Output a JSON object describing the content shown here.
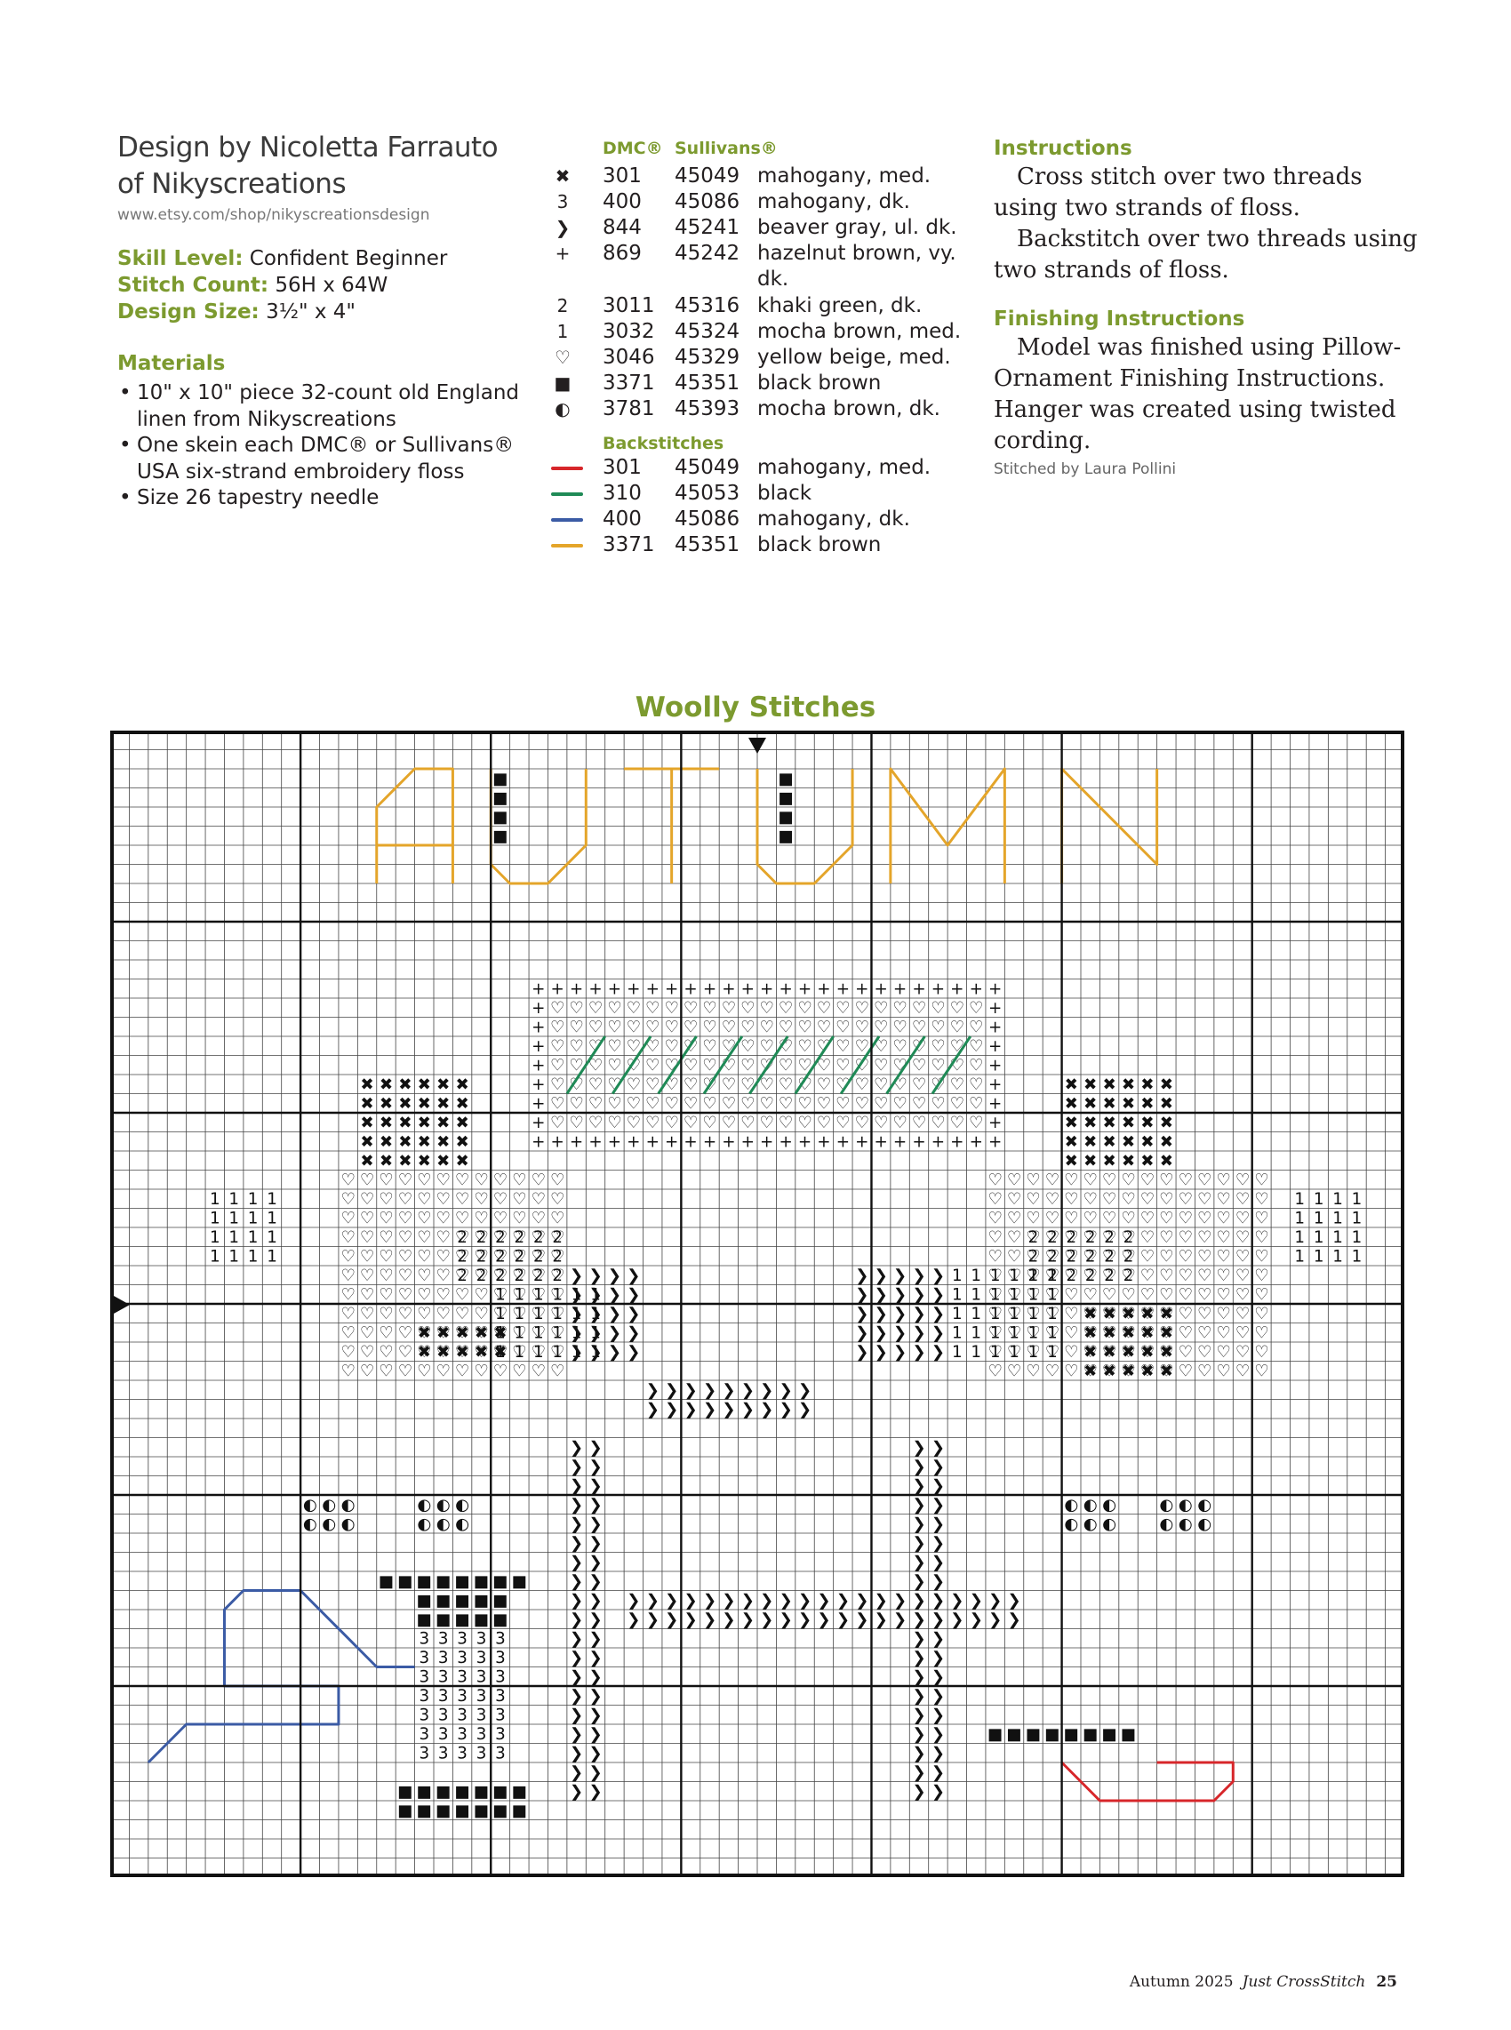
{
  "credit": {
    "line1": "Design by Nicoletta Farrauto",
    "line2": "of Nikyscreations",
    "url": "www.etsy.com/shop/nikyscreationsdesign"
  },
  "specs": {
    "skill_label": "Skill Level:",
    "skill_value": "Confident Beginner",
    "count_label": "Stitch Count:",
    "count_value": "56H x 64W",
    "size_label": "Design Size:",
    "size_value": "3½\" x 4\""
  },
  "materials": {
    "title": "Materials",
    "items": [
      "10\" x 10\" piece 32-count old England linen from Nikyscreations",
      "One skein each DMC® or Sullivans® USA six-strand embroidery floss",
      "Size 26 tapestry needle"
    ]
  },
  "key": {
    "dmc_header": "DMC®",
    "sullivans_header": "Sullivans®",
    "rows": [
      {
        "symbol": "✖",
        "dmc": "301",
        "sullivans": "45049",
        "name": "mahogany, med."
      },
      {
        "symbol": "3",
        "dmc": "400",
        "sullivans": "45086",
        "name": "mahogany, dk."
      },
      {
        "symbol": "❯",
        "dmc": "844",
        "sullivans": "45241",
        "name": "beaver gray, ul. dk."
      },
      {
        "symbol": "+",
        "dmc": "869",
        "sullivans": "45242",
        "name": "hazelnut brown, vy. dk."
      },
      {
        "symbol": "2",
        "dmc": "3011",
        "sullivans": "45316",
        "name": "khaki green, dk."
      },
      {
        "symbol": "1",
        "dmc": "3032",
        "sullivans": "45324",
        "name": "mocha brown, med."
      },
      {
        "symbol": "♡",
        "dmc": "3046",
        "sullivans": "45329",
        "name": "yellow beige, med."
      },
      {
        "symbol": "■",
        "dmc": "3371",
        "sullivans": "45351",
        "name": "black brown"
      },
      {
        "symbol": "◐",
        "dmc": "3781",
        "sullivans": "45393",
        "name": "mocha brown, dk."
      }
    ],
    "backstitch_header": "Backstitches",
    "backstitches": [
      {
        "color": "#d7262a",
        "dmc": "301",
        "sullivans": "45049",
        "name": "mahogany, med."
      },
      {
        "color": "#1f8a56",
        "dmc": "310",
        "sullivans": "45053",
        "name": "black"
      },
      {
        "color": "#3b5ba5",
        "dmc": "400",
        "sullivans": "45086",
        "name": "mahogany, dk."
      },
      {
        "color": "#e4a52a",
        "dmc": "3371",
        "sullivans": "45351",
        "name": "black brown"
      }
    ]
  },
  "instructions": {
    "title": "Instructions",
    "p1": "Cross stitch over two threads using two strands of floss.",
    "p2": "Backstitch over two threads using two strands of floss.",
    "finishing_title": "Finishing Instructions",
    "p3": "Model was finished using Pillow-Ornament Finishing Instructions. Hanger was created using twisted cording.",
    "stitched_by": "Stitched by Laura Pollini"
  },
  "chart": {
    "title": "Woolly Stitches",
    "word": "AUTUMN",
    "accent_color": "#7c9a2f"
  },
  "footer": {
    "issue": "Autumn 2025",
    "magazine": "Just CrossStitch",
    "page": "25"
  }
}
